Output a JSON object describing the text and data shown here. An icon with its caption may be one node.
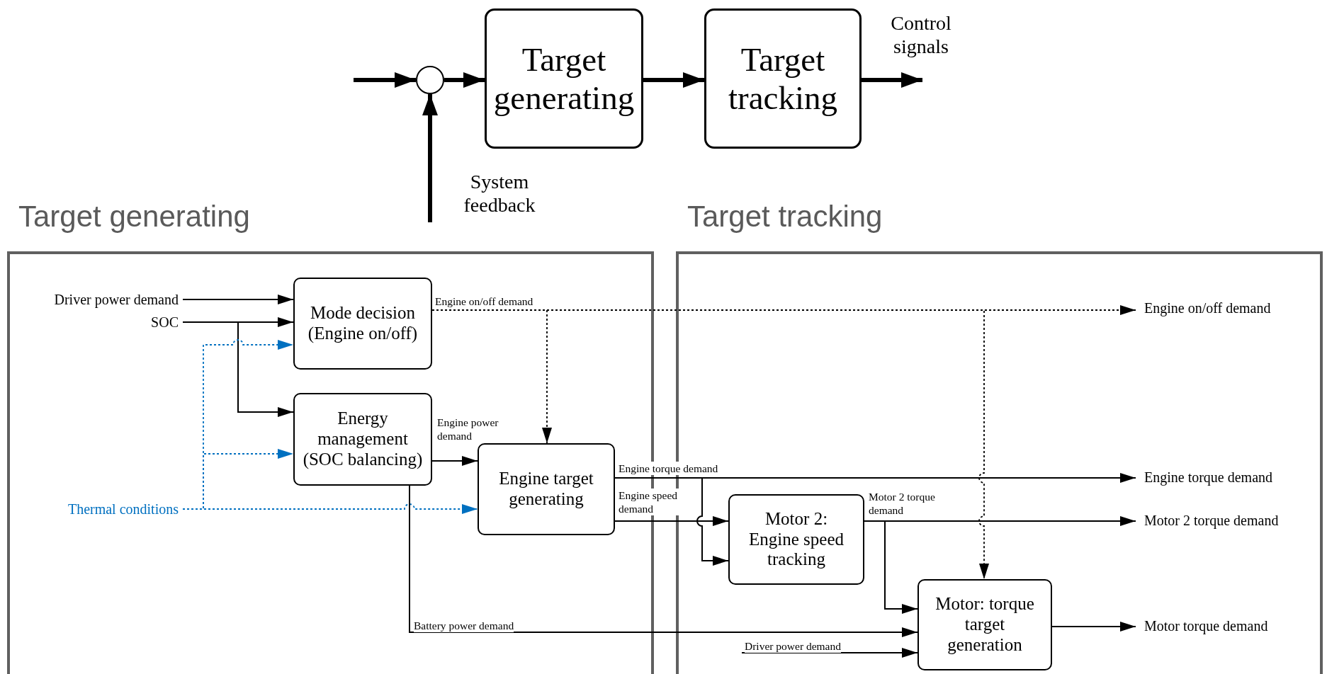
{
  "diagram": {
    "nodes": [
      {
        "text": [],
        "shape": "circle"
      },
      {
        "text": [
          "Target generating"
        ]
      },
      {
        "text": [
          "Target tracking"
        ]
      },
      {
        "text": [
          "Target generating"
        ]
      },
      {
        "text": [
          "Target tracking"
        ]
      },
      {
        "text": [
          "Driver power demand"
        ],
        "in": 3
      },
      {
        "text": [
          "SOC"
        ],
        "in": 3
      },
      {
        "text": [
          "Thermal conditions"
        ],
        "in": 3
      },
      {
        "text": [
          "Mode decision (Engine on/off)"
        ],
        "in": 3
      },
      {
        "text": [
          "Energy management (SOC balancing)"
        ],
        "in": 3
      },
      {
        "text": [
          "Engine target generating"
        ],
        "in": 3
      },
      {
        "text": [
          "Motor 2: Engine speed tracking"
        ],
        "in": 4
      },
      {
        "text": [
          "Motor: torque target generation"
        ],
        "in": 4
      },
      {
        "text": [
          "Engine on/off demand"
        ],
        "in": 4
      },
      {
        "text": [
          "Engine torque demand"
        ],
        "in": 4
      },
      {
        "text": [
          "Motor 2 torque demand"
        ],
        "in": 4
      },
      {
        "text": [
          "Motor torque demand"
        ],
        "in": 4
      },
      {
        "text": [
          "Control signals"
        ]
      }
    ],
    "edges": [
      {
        "from": null,
        "to": 0,
        "arrow": "to",
        "style": "thick"
      },
      {
        "from": 0,
        "to": 1,
        "arrow": "to",
        "style": "thick"
      },
      {
        "from": 1,
        "to": 2,
        "arrow": "to",
        "style": "thick"
      },
      {
        "from": 2,
        "to": 17,
        "arrow": "to",
        "style": "thick"
      },
      {
        "from": null,
        "to": 0,
        "arrow": "to",
        "style": "thick"
      },
      {
        "from": 5,
        "to": 8,
        "arrow": "to"
      },
      {
        "from": 6,
        "to": 8,
        "arrow": "to"
      },
      {
        "from": 6,
        "to": 9,
        "arrow": "to"
      },
      {
        "from": 7,
        "to": 8,
        "arrow": "to",
        "style": "dashed",
        "color": "#0070c0"
      },
      {
        "from": 7,
        "to": 9,
        "arrow": "to",
        "style": "dashed",
        "color": "#0070c0"
      },
      {
        "from": 7,
        "to": 10,
        "arrow": "to",
        "style": "dashed",
        "color": "#0070c0"
      },
      {
        "from": 8,
        "to": 13,
        "arrow": "to",
        "label": "Engine on/off demand",
        "style": "dashed"
      },
      {
        "from": 8,
        "to": 10,
        "arrow": "to",
        "style": "dashed"
      },
      {
        "from": 8,
        "to": 12,
        "arrow": "to",
        "style": "dashed"
      },
      {
        "from": 9,
        "to": 10,
        "arrow": "to",
        "label": "Engine power demand"
      },
      {
        "from": 9,
        "to": 12,
        "arrow": "to",
        "label": "Battery power demand"
      },
      {
        "from": 10,
        "to": 14,
        "arrow": "to",
        "label": "Engine torque demand"
      },
      {
        "from": 10,
        "to": 11,
        "arrow": "to",
        "label": "Engine speed demand"
      },
      {
        "from": 10,
        "to": 11,
        "arrow": "to"
      },
      {
        "from": 11,
        "to": 15,
        "arrow": "to",
        "label": "Motor 2 torque demand"
      },
      {
        "from": 11,
        "to": 12,
        "arrow": "to"
      },
      {
        "from": 12,
        "to": 16,
        "arrow": "to"
      },
      {
        "from": null,
        "to": 12,
        "arrow": "to",
        "label": "Driver power demand"
      }
    ],
    "labels": [
      "System feedback"
    ]
  }
}
